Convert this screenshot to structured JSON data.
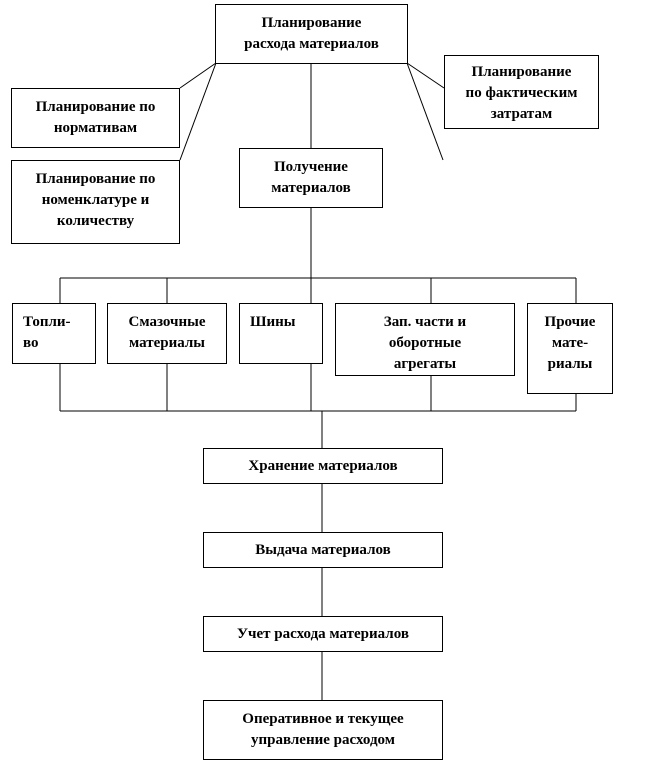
{
  "diagram": {
    "top": "Планирование\nрасхода материалов",
    "norms": "Планирование по\nнормативам",
    "nomenclature": "Планирование по\nноменклатуре и\nколичеству",
    "actual": "Планирование\nпо фактическим\nзатратам",
    "receipt": "Получение\nматериалов",
    "categories": {
      "fuel": "Топли-\nво",
      "lubricants": "Смазочные\nматериалы",
      "tires": "Шины",
      "spare_parts": "Зап. части и\nоборотные\nагрегаты",
      "other": "Прочие\nмате-\nриалы"
    },
    "storage": "Хранение материалов",
    "issue": "Выдача материалов",
    "accounting": "Учет расхода материалов",
    "management": "Оперативное и текущее\nуправление расходом"
  }
}
